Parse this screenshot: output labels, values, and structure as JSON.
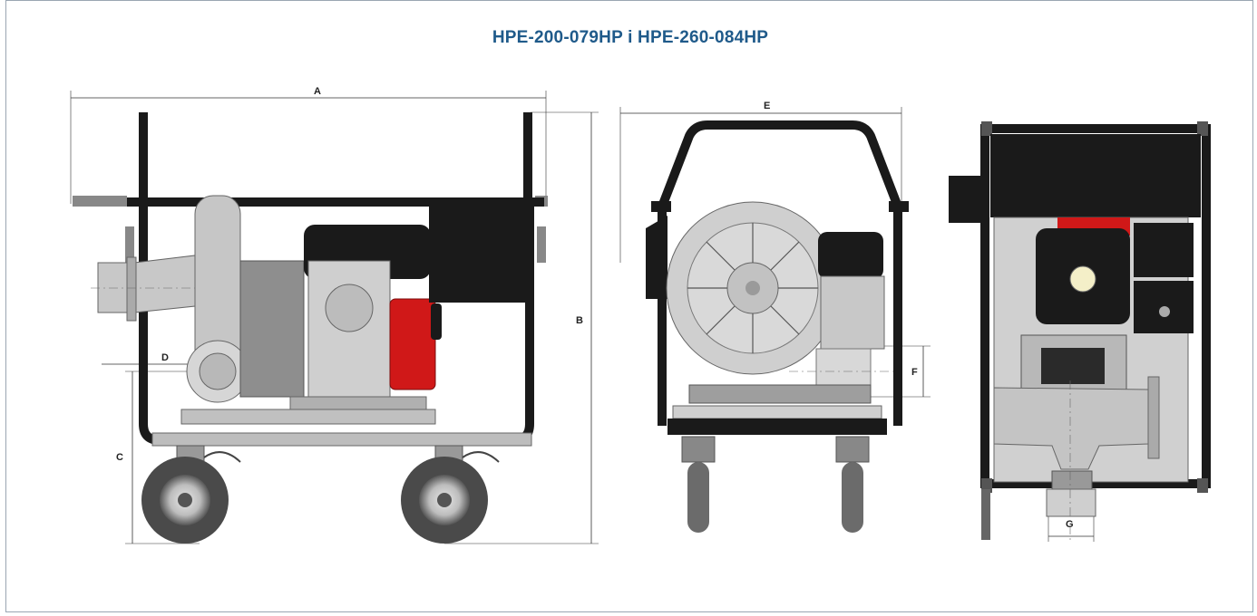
{
  "title": "HPE-200-079HP i HPE-260-084HP",
  "dimensions": {
    "a": "A",
    "b": "B",
    "c": "C",
    "d": "D",
    "e": "E",
    "f": "F",
    "g": "G"
  },
  "colors": {
    "title": "#1f5a8a",
    "frame_black": "#1a1a1a",
    "engine_red": "#d01818",
    "metal_gray": "#bdbdbd",
    "dark_gray": "#7a7a7a"
  }
}
